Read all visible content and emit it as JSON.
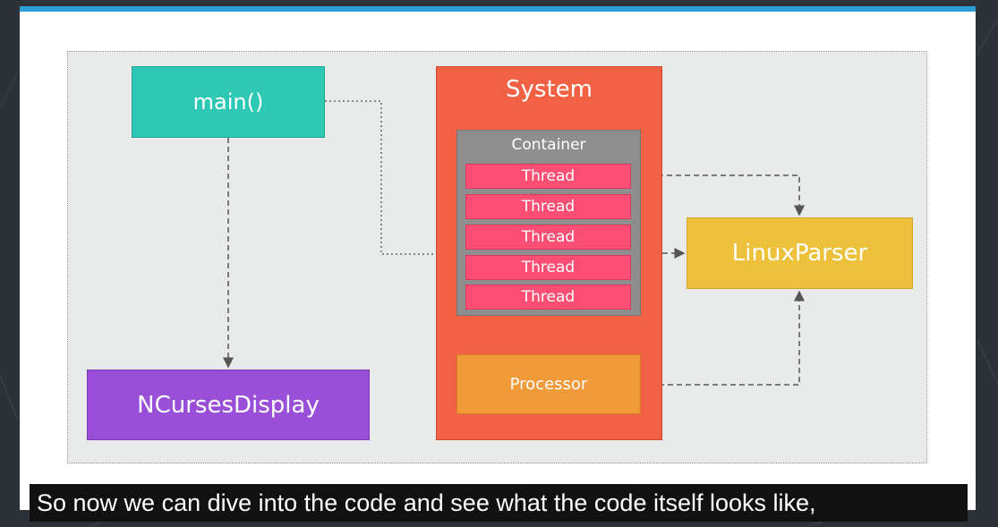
{
  "diagram": {
    "main": "main()",
    "ncurses": "NCursesDisplay",
    "system": "System",
    "container": "Container",
    "threads": [
      "Thread",
      "Thread",
      "Thread",
      "Thread",
      "Thread"
    ],
    "processor": "Processor",
    "linux_parser": "LinuxParser"
  },
  "caption": "So now we can dive into the code and see what the code itself looks like,",
  "colors": {
    "main": "#2ec8b5",
    "ncurses": "#9a4fd8",
    "system": "#f26143",
    "container": "#8e8e8e",
    "thread": "#fd4f73",
    "processor": "#f09a3a",
    "linux_parser": "#edc13c",
    "accent": "#2c9fd6"
  }
}
